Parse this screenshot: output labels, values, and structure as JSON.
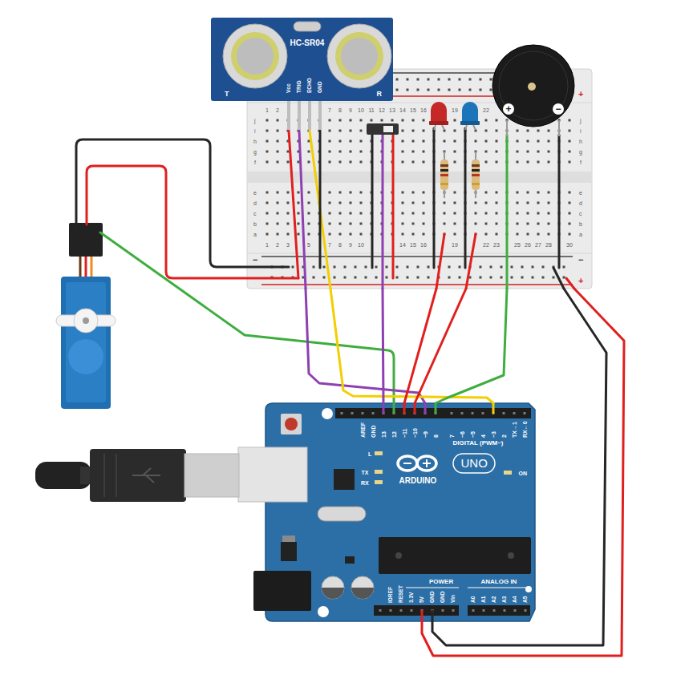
{
  "diagram": {
    "nodes": [
      {
        "text": [
          "HC-SR04",
          "Vcc",
          "TRIG",
          "ECHO",
          "GND",
          "T",
          "R"
        ]
      },
      {
        "text": [
          "+",
          "−"
        ]
      },
      {
        "text": [
          "1",
          "2",
          "7",
          "8",
          "9",
          "10",
          "11",
          "12",
          "13",
          "14",
          "15",
          "16",
          "19",
          "22",
          "1",
          "2",
          "3",
          "5",
          "7",
          "8",
          "9",
          "10",
          "14",
          "15",
          "16",
          "19",
          "22",
          "23",
          "25",
          "26",
          "27",
          "28",
          "30",
          "j",
          "i",
          "h",
          "g",
          "f",
          "e",
          "d",
          "c",
          "b",
          "a",
          "j",
          "i",
          "h",
          "g",
          "f",
          "e",
          "d",
          "c",
          "b",
          "a",
          "+",
          "−",
          "−",
          "+"
        ]
      },
      {
        "text": [
          "AREF",
          "GND",
          "13",
          "12",
          "~11",
          "~10",
          "~9",
          "8",
          "7",
          "~6",
          "~5",
          "4",
          "~3",
          "2",
          "TX→1",
          "RX←0",
          "DIGITAL (PWM~)",
          "L",
          "TX",
          "RX",
          "ARDUINO",
          "UNO",
          "ON",
          "POWER",
          "ANALOG IN",
          "IOREF",
          "RESET",
          "3.3V",
          "5V",
          "GND",
          "GND",
          "Vin",
          "A0",
          "A1",
          "A2",
          "A3",
          "A4",
          "A5"
        ]
      }
    ],
    "edges": [
      {
        "from": 2,
        "to": 3,
        "arrow": "none"
      },
      {
        "from": 2,
        "to": 3,
        "arrow": "none"
      },
      {
        "from": 2,
        "to": 3,
        "arrow": "none"
      },
      {
        "from": 2,
        "to": 3,
        "arrow": "none"
      },
      {
        "from": 2,
        "to": 3,
        "arrow": "none"
      },
      {
        "from": 2,
        "to": 3,
        "arrow": "none"
      },
      {
        "from": 3,
        "to": 2,
        "arrow": "none"
      },
      {
        "from": 3,
        "to": 2,
        "arrow": "none"
      }
    ]
  }
}
